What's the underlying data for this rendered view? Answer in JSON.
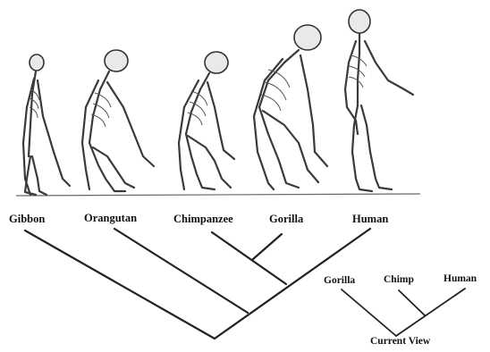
{
  "main_tree": {
    "taxa": [
      "Gibbon",
      "Orangutan",
      "Chimpanzee",
      "Gorilla",
      "Human"
    ]
  },
  "inset_tree": {
    "taxa": [
      "Gorilla",
      "Chimp",
      "Human"
    ],
    "caption": "Current View"
  },
  "illustration": {
    "skeletons": [
      "gibbon",
      "orangutan",
      "chimpanzee",
      "gorilla",
      "human"
    ]
  }
}
